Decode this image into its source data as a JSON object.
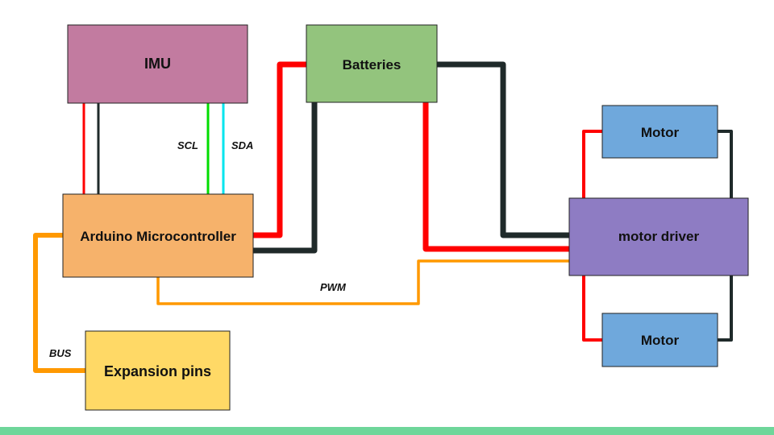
{
  "blocks": {
    "imu": "IMU",
    "batteries": "Batteries",
    "arduino": "Arduino Microcontroller",
    "motor_driver": "motor driver",
    "motor_top": "Motor",
    "motor_bottom": "Motor",
    "expansion": "Expansion pins"
  },
  "wire_labels": {
    "scl": "SCL",
    "sda": "SDA",
    "pwm": "PWM",
    "bus": "BUS"
  },
  "colors": {
    "imu": "#c27ba0",
    "batteries": "#93c47d",
    "arduino": "#f6b26b",
    "motor_driver": "#8e7cc3",
    "motor": "#6fa8dc",
    "expansion": "#ffd966",
    "power_positive": "#ff0000",
    "power_ground": "#1f2a2a",
    "signal_scl": "#00dd00",
    "signal_sda": "#00e5ee",
    "signal_pwm_bus": "#ff9900",
    "bottom_bar": "#6ed69a"
  }
}
